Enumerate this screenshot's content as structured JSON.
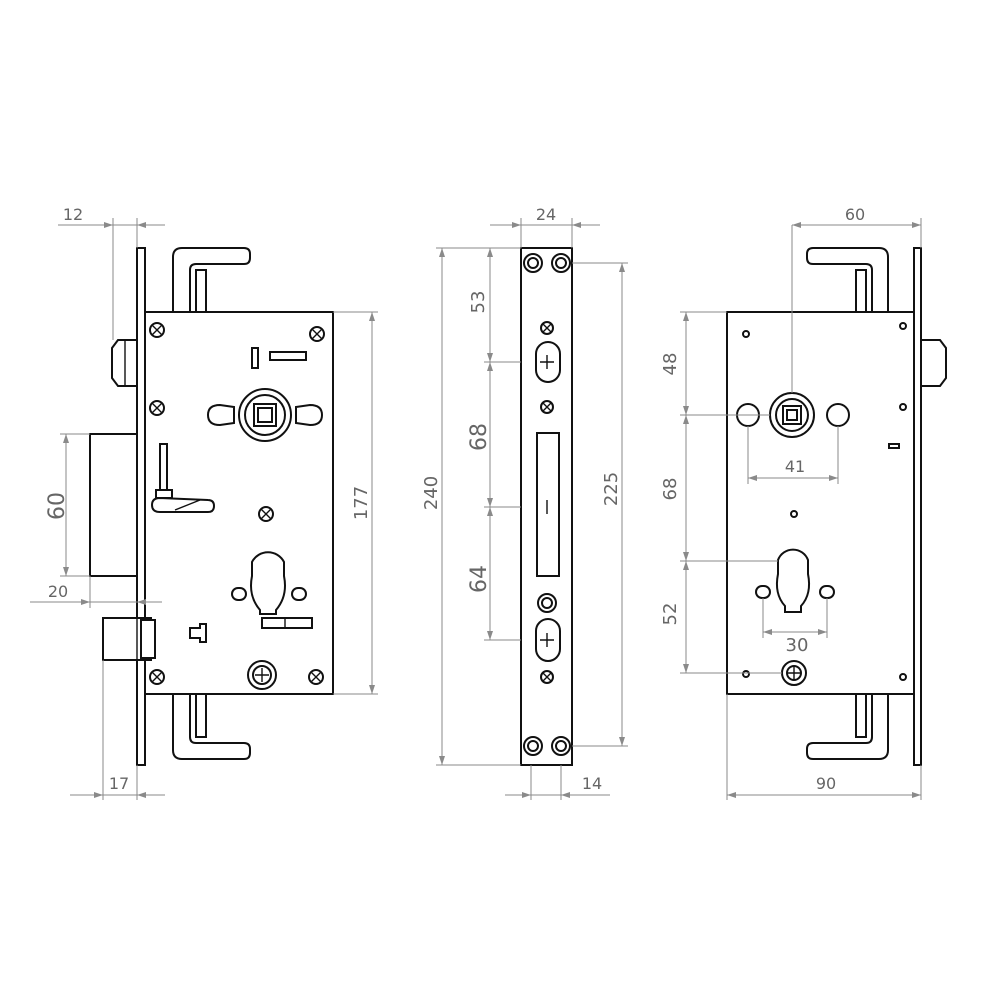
{
  "diagram": {
    "left_view": {
      "dims": {
        "faceplate": "12",
        "backset_latch": "60",
        "latch_offset": "20",
        "bolt": "17",
        "height": "177"
      }
    },
    "side_view": {
      "dims": {
        "width": "24",
        "top_offset": "53",
        "upper_gap": "68",
        "lower_gap": "64",
        "total_height": "240",
        "screw_span": "225",
        "depth": "14"
      }
    },
    "right_view": {
      "dims": {
        "backset": "60",
        "top_to_handle": "48",
        "handle_to_cyl": "68",
        "cyl_to_bottom": "52",
        "handle_holes": "41",
        "cyl_holes": "30",
        "body_width": "90"
      }
    },
    "colors": {
      "line": "#111111",
      "dimension": "#8a8a8a",
      "text": "#666666"
    }
  }
}
